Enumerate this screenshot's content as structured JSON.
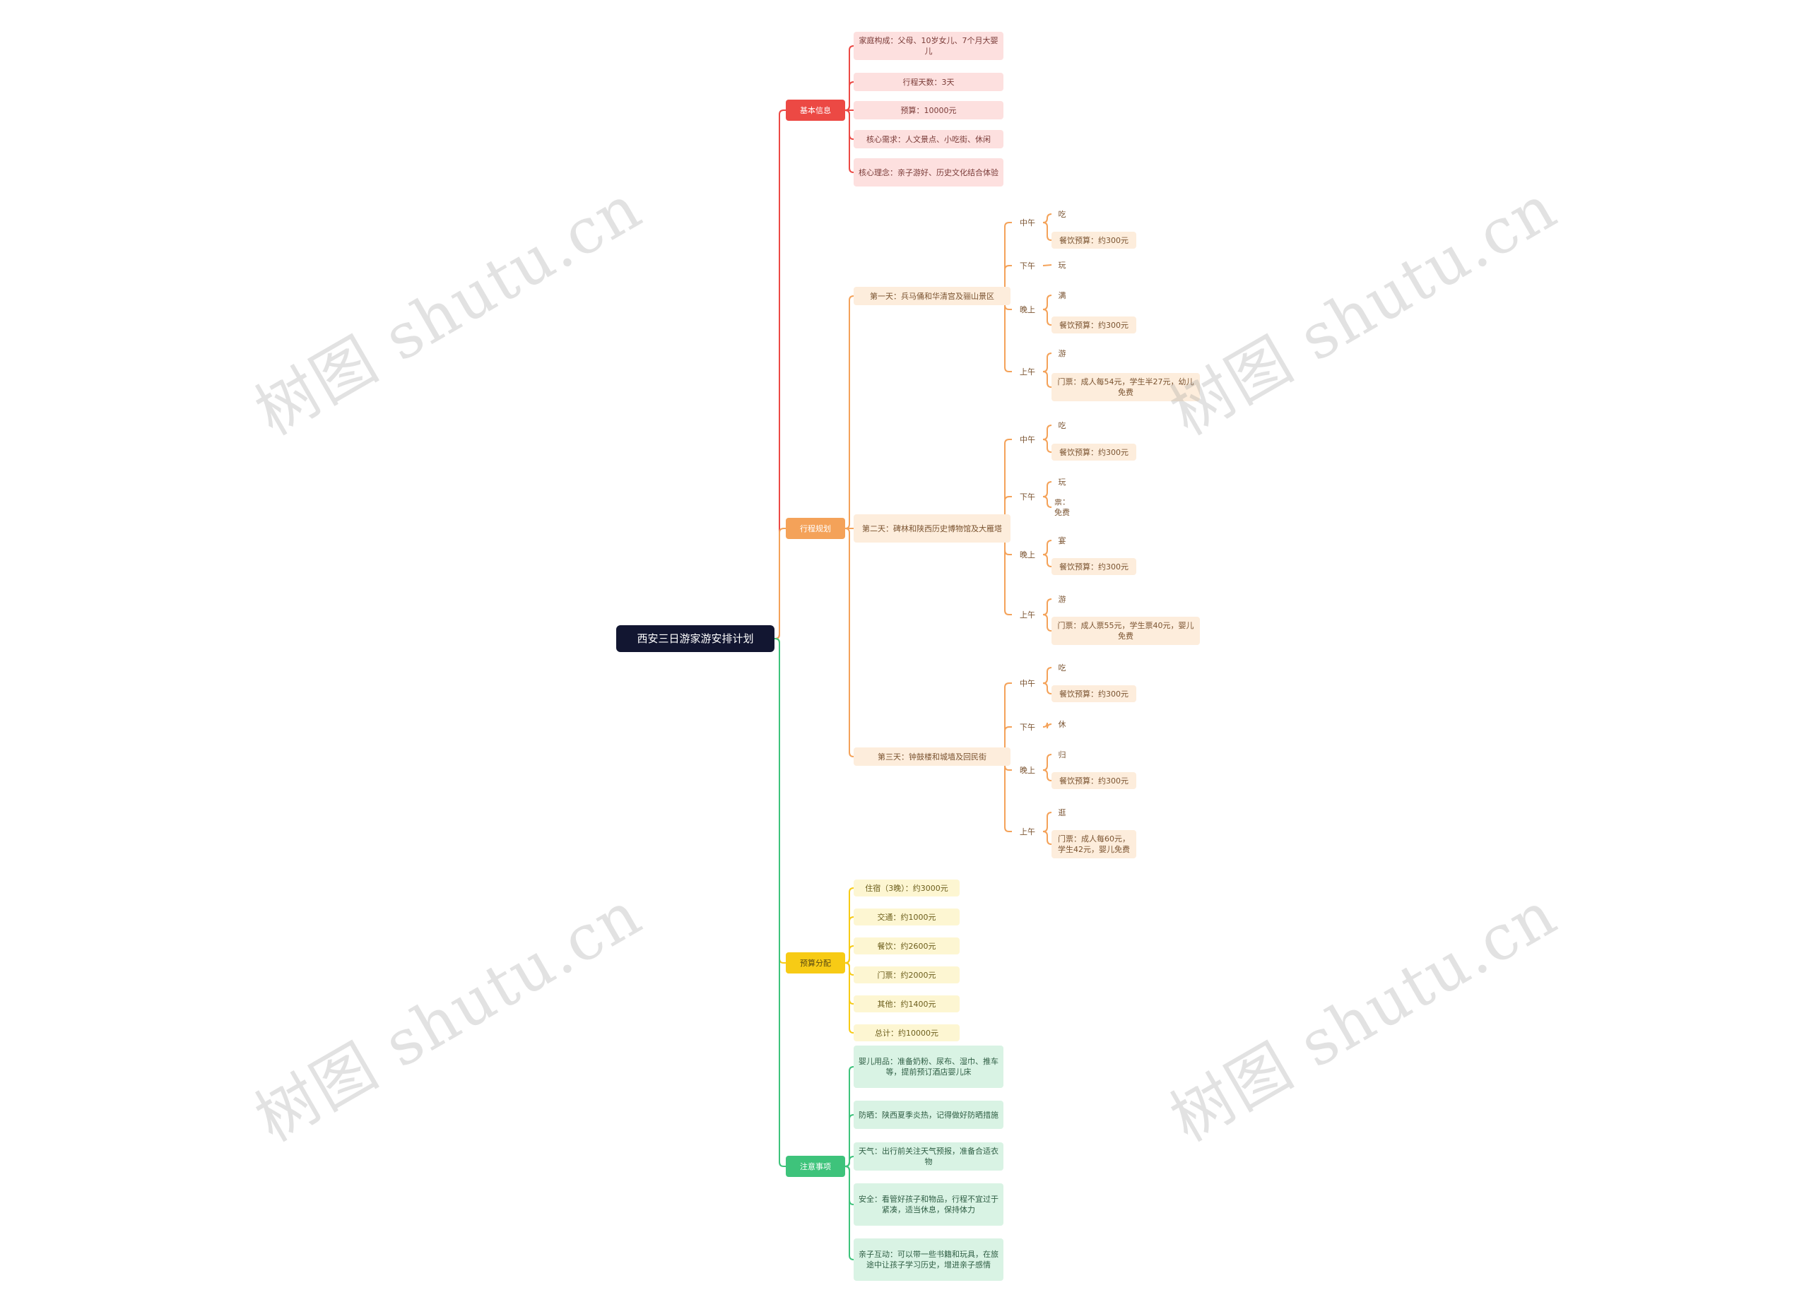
{
  "root": {
    "label": "西安三日游家游安排计划"
  },
  "branches": {
    "basic": {
      "label": "基本信息",
      "items": [
        "家庭构成：父母、10岁女儿、7个月大婴儿",
        "行程天数：3天",
        "预算：10000元",
        "核心需求：人文景点、小吃街、休闲",
        "核心理念：亲子游好、历史文化结合体验"
      ]
    },
    "itinerary": {
      "label": "行程规划",
      "days": [
        {
          "label": "第一天：兵马俑和华清宫及骊山景区",
          "periods": [
            {
              "label": "中午",
              "items": [
                "吃",
                "餐饮预算：约300元"
              ]
            },
            {
              "label": "下午",
              "items": [
                "玩"
              ]
            },
            {
              "label": "晚上",
              "items": [
                "满",
                "餐饮预算：约300元"
              ]
            },
            {
              "label": "上午",
              "items": [
                "游",
                "门票：成人每54元，学生半27元，幼儿免费"
              ]
            }
          ]
        },
        {
          "label": "第二天：碑林和陕西历史博物馆及大雁塔",
          "periods": [
            {
              "label": "中午",
              "items": [
                "吃",
                "餐饮预算：约300元"
              ]
            },
            {
              "label": "下午",
              "items": [
                "玩",
                "门票：免费预约"
              ]
            },
            {
              "label": "晚上",
              "items": [
                "宴",
                "餐饮预算：约300元"
              ]
            },
            {
              "label": "上午",
              "items": [
                "游",
                "门票：成人票55元，学生票40元，婴儿免费"
              ]
            }
          ]
        },
        {
          "label": "第三天：钟鼓楼和城墙及回民街",
          "periods": [
            {
              "label": "中午",
              "items": [
                "吃",
                "餐饮预算：约300元"
              ]
            },
            {
              "label": "下午",
              "items": [
                "休"
              ]
            },
            {
              "label": "晚上",
              "items": [
                "归",
                "餐饮预算：约300元"
              ]
            },
            {
              "label": "上午",
              "items": [
                "逛",
                "门票：成人每60元，学生42元，婴儿免费"
              ]
            }
          ]
        }
      ]
    },
    "budget": {
      "label": "预算分配",
      "items": [
        "住宿（3晚）：约3000元",
        "交通：约1000元",
        "餐饮：约2600元",
        "门票：约2000元",
        "其他：约1400元",
        "总计：约10000元"
      ]
    },
    "tips": {
      "label": "注意事项",
      "items": [
        "婴儿用品：准备奶粉、尿布、湿巾、推车等，提前预订酒店婴儿床",
        "防晒：陕西夏季炎热，记得做好防晒措施",
        "天气：出行前关注天气预报，准备合适衣物",
        "安全：看管好孩子和物品，行程不宜过于紧凑，适当休息，保持体力",
        "亲子互动：可以带一些书籍和玩具，在旅途中让孩子学习历史，增进亲子感情"
      ]
    }
  },
  "watermark": "树图 shutu.cn",
  "colors": {
    "red": "#ec4944",
    "orange": "#f4a259",
    "yellow": "#f7cb15",
    "green": "#3ec37b",
    "root": "#121631"
  }
}
